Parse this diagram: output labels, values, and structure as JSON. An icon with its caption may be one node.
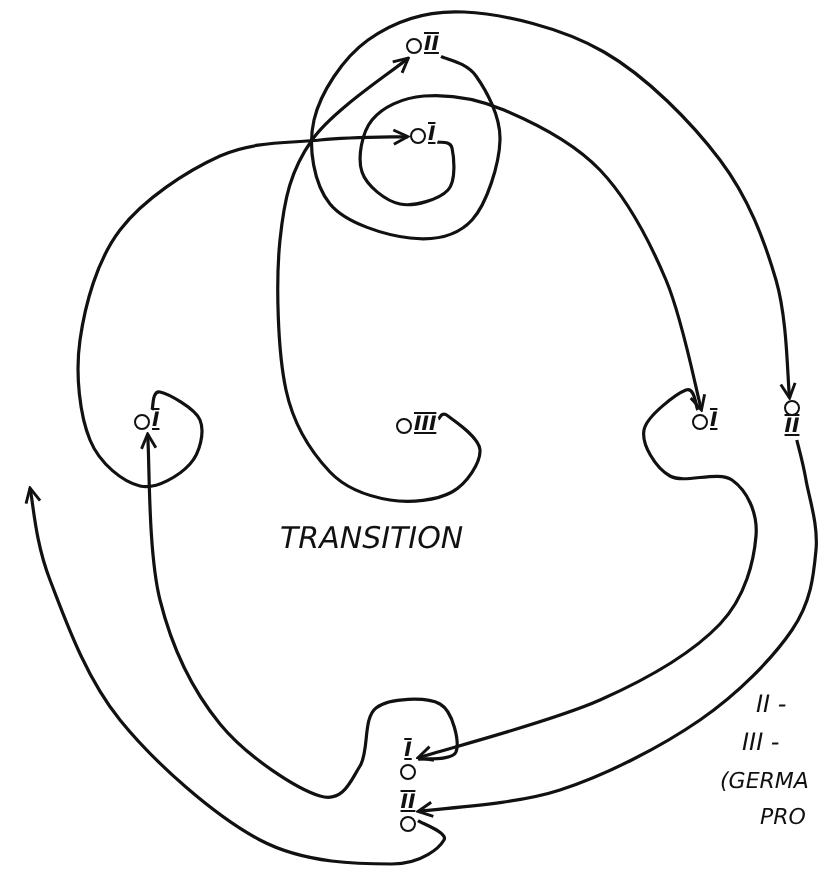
{
  "diagram": {
    "nodes": [
      {
        "text": [
          "II"
        ]
      },
      {
        "text": [
          "I"
        ]
      },
      {
        "text": [
          "I"
        ]
      },
      {
        "text": [
          "III"
        ]
      },
      {
        "text": [
          "I"
        ]
      },
      {
        "text": [
          "II"
        ]
      },
      {
        "text": [
          "I"
        ]
      },
      {
        "text": [
          "II"
        ]
      }
    ],
    "edges": [
      {
        "from": 2,
        "to": 1,
        "arrow": "to"
      },
      {
        "from": 1,
        "to": 4,
        "arrow": "to"
      },
      {
        "from": 0,
        "to": 5,
        "arrow": "to"
      },
      {
        "from": 3,
        "to": 0,
        "arrow": "to"
      },
      {
        "from": 4,
        "to": 6,
        "arrow": "to"
      },
      {
        "from": 5,
        "to": 7,
        "arrow": "to"
      },
      {
        "from": 6,
        "to": 2,
        "arrow": "to"
      },
      {
        "from": 7,
        "to": null,
        "arrow": "to"
      }
    ],
    "labels": [
      "TRANSITION",
      "II -",
      "III -",
      "(GERMA",
      "PRO"
    ]
  }
}
